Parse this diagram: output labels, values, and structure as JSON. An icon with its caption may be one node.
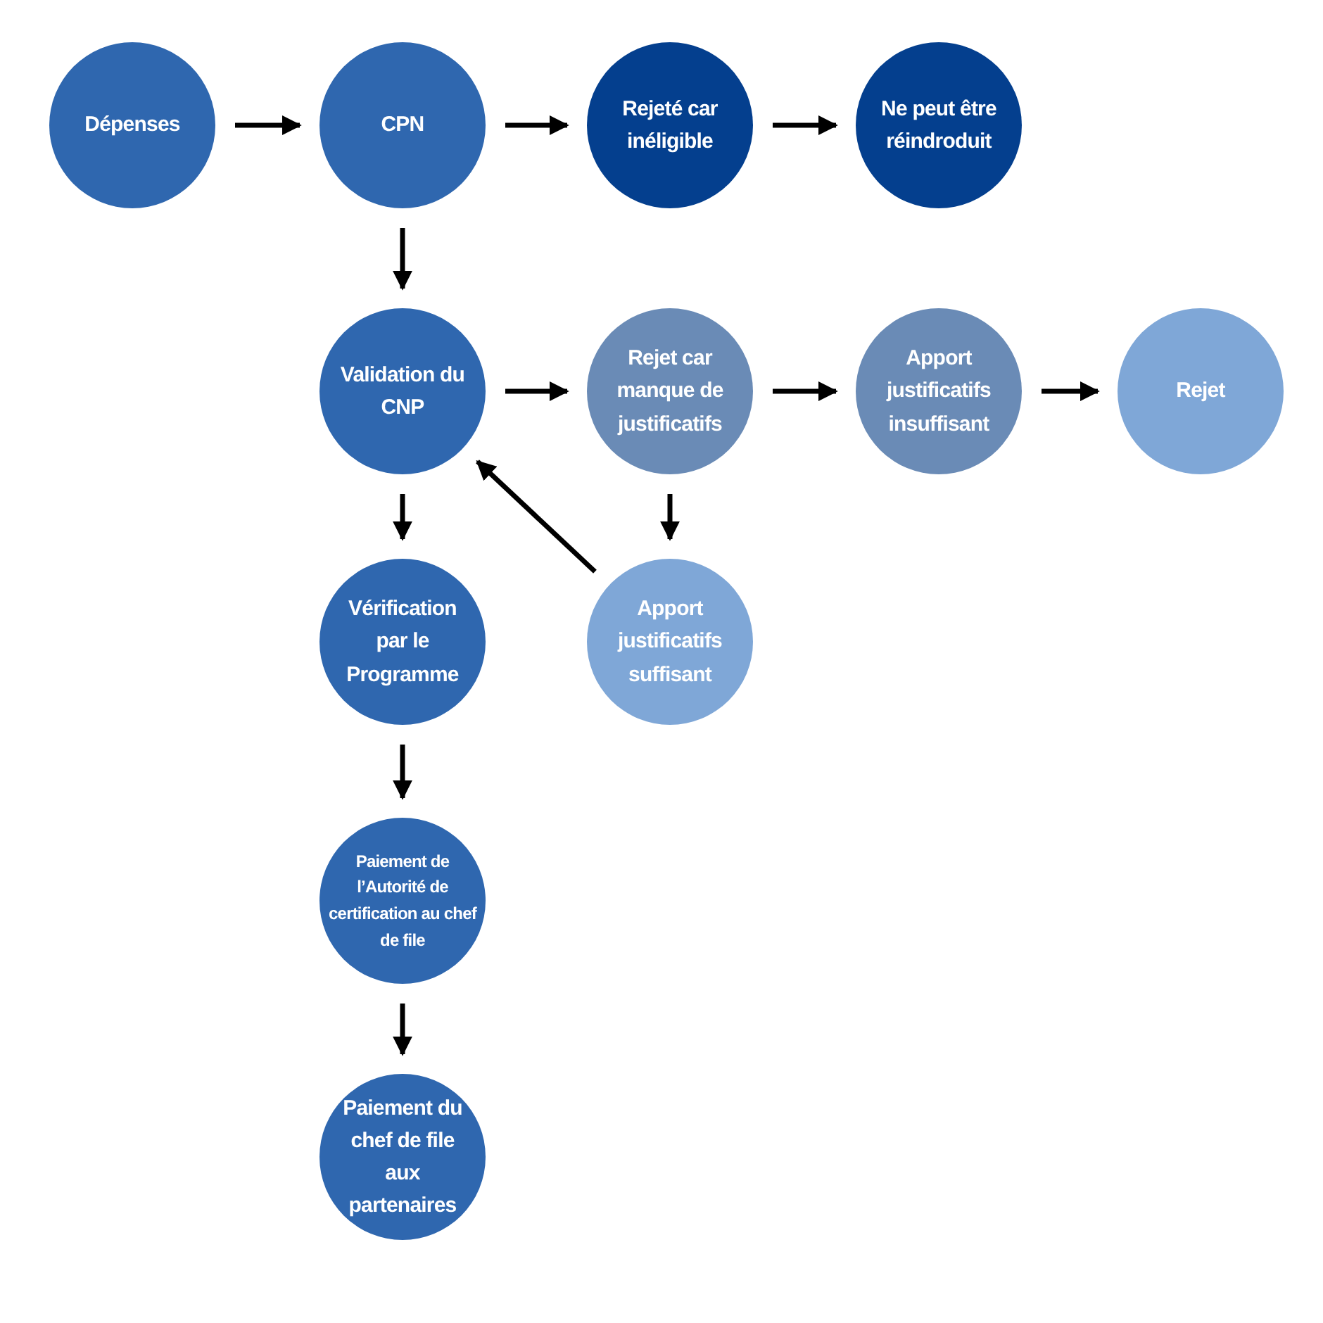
{
  "diagram": {
    "nodes": [
      {
        "text": [
          "Dépenses"
        ]
      },
      {
        "text": [
          "CPN"
        ]
      },
      {
        "text": [
          "Rejeté car inéligible"
        ]
      },
      {
        "text": [
          "Ne peut être réindroduit"
        ]
      },
      {
        "text": [
          "Validation du CNP"
        ]
      },
      {
        "text": [
          "Rejet car manque de justificatifs"
        ]
      },
      {
        "text": [
          "Apport justificatifs insuffisant"
        ]
      },
      {
        "text": [
          "Rejet"
        ]
      },
      {
        "text": [
          "Vérification par le Programme"
        ]
      },
      {
        "text": [
          "Apport justificatifs suffisant"
        ]
      },
      {
        "text": [
          "Paiement de l’Autorité de certification au chef de file"
        ]
      },
      {
        "text": [
          "Paiement du chef de file aux partenaires"
        ]
      }
    ],
    "edges": [
      {
        "from": 0,
        "to": 1,
        "arrow": "to"
      },
      {
        "from": 1,
        "to": 2,
        "arrow": "to"
      },
      {
        "from": 2,
        "to": 3,
        "arrow": "to"
      },
      {
        "from": 1,
        "to": 4,
        "arrow": "to"
      },
      {
        "from": 4,
        "to": 5,
        "arrow": "to"
      },
      {
        "from": 5,
        "to": 6,
        "arrow": "to"
      },
      {
        "from": 6,
        "to": 7,
        "arrow": "to"
      },
      {
        "from": 4,
        "to": 8,
        "arrow": "to"
      },
      {
        "from": 5,
        "to": 9,
        "arrow": "to"
      },
      {
        "from": 9,
        "to": 4,
        "arrow": "to"
      },
      {
        "from": 8,
        "to": 10,
        "arrow": "to"
      },
      {
        "from": 10,
        "to": 11,
        "arrow": "to"
      }
    ]
  }
}
